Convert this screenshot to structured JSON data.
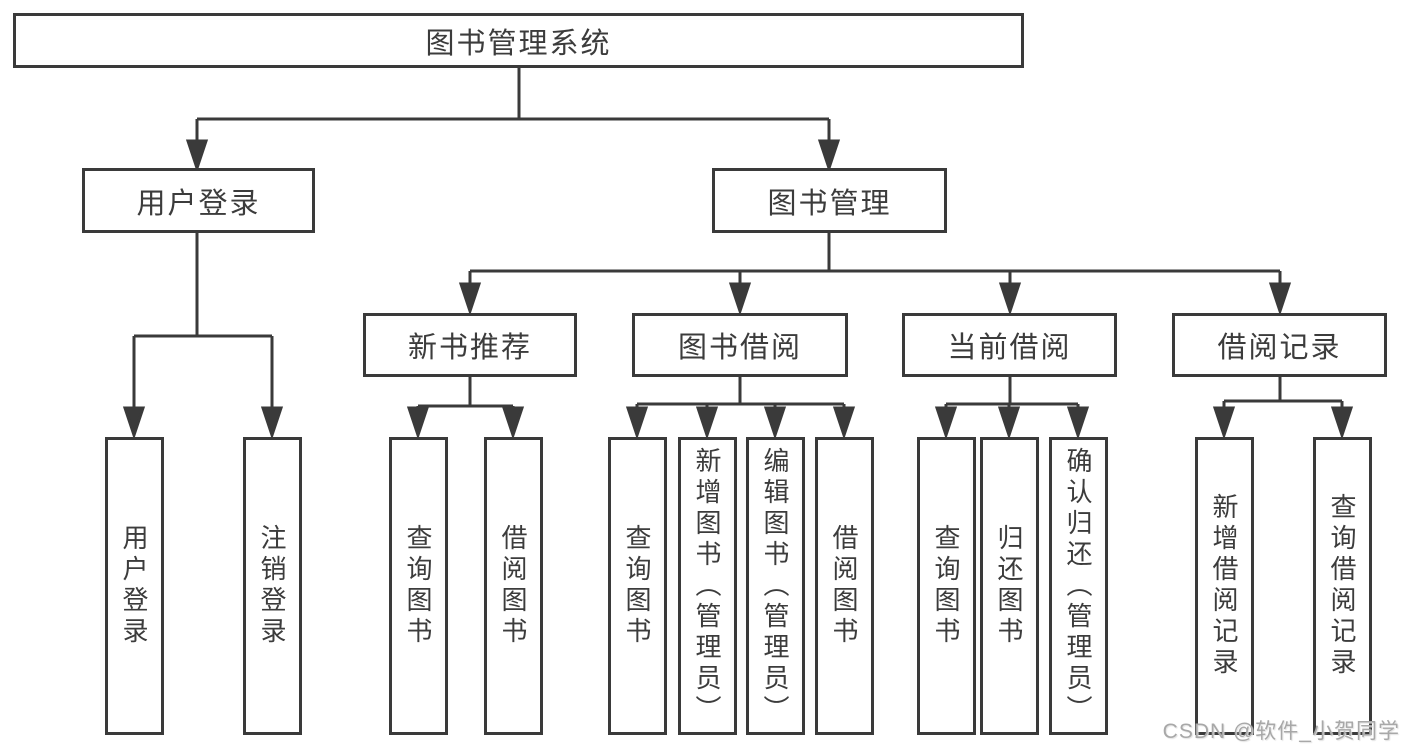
{
  "diagram": {
    "title": "图书管理系统",
    "user_login": {
      "label": "用户登录",
      "children": [
        "用户登录",
        "注销登录"
      ]
    },
    "book_mgmt": {
      "label": "图书管理",
      "new_book": {
        "label": "新书推荐",
        "children": [
          "查询图书",
          "借阅图书"
        ]
      },
      "borrow": {
        "label": "图书借阅",
        "children": [
          "查询图书",
          "新增图书（管理员）",
          "编辑图书（管理员）",
          "借阅图书"
        ]
      },
      "current": {
        "label": "当前借阅",
        "children": [
          "查询图书",
          "归还图书",
          "确认归还（管理员）"
        ]
      },
      "records": {
        "label": "借阅记录",
        "children": [
          "新增借阅记录",
          "查询借阅记录"
        ]
      }
    }
  },
  "watermark": "CSDN @软件_小贺同学",
  "colors": {
    "line": "#3a3a3a",
    "text": "#3c3c3c",
    "background": "#ffffff",
    "watermark": "#a8a8a8"
  }
}
